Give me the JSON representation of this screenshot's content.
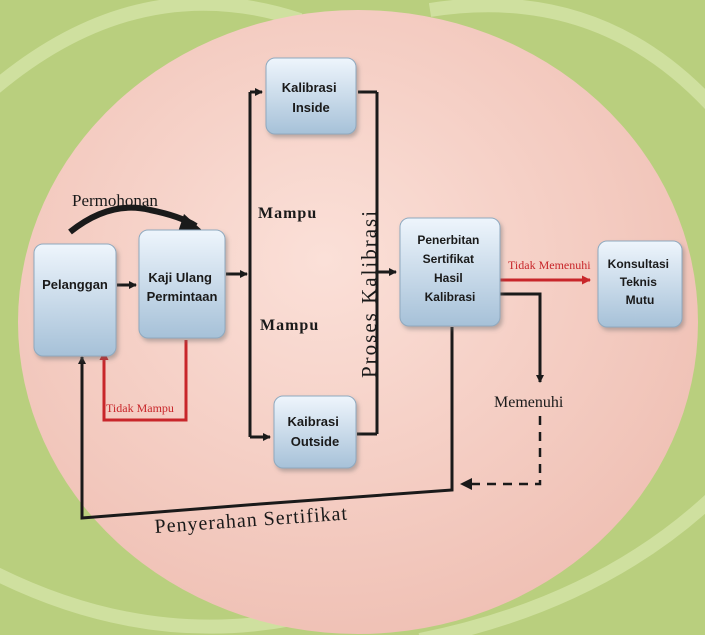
{
  "colors": {
    "background": "#b9cf7e",
    "circle": "#f6cfc4",
    "box_fill_top": "#eaf3fb",
    "box_fill_bottom": "#a9c4da",
    "line": "#1a1a1a",
    "red_line": "#c8262a"
  },
  "nodes": {
    "pelanggan": [
      "Pelanggan"
    ],
    "kaji_ulang": [
      "Kaji Ulang",
      "Permintaan"
    ],
    "kalibrasi_inside": [
      "Kalibrasi",
      "Inside"
    ],
    "kaibrasi_outside": [
      "Kaibrasi",
      "Outside"
    ],
    "penerbitan": [
      "Penerbitan",
      "Sertifikat",
      "Hasil",
      "Kalibrasi"
    ],
    "konsultasi": [
      "Konsultasi",
      "Teknis",
      "Mutu"
    ]
  },
  "labels": {
    "permohonan": "Permohonan",
    "mampu_top": "Mampu",
    "mampu_bottom": "Mampu",
    "proses_kalibrasi": "Proses Kalibrasi",
    "tidak_mampu": "Tidak Mampu",
    "tidak_memenuhi": "Tidak Memenuhi",
    "memenuhi": "Memenuhi",
    "penyerahan": "Penyerahan Sertifikat"
  }
}
